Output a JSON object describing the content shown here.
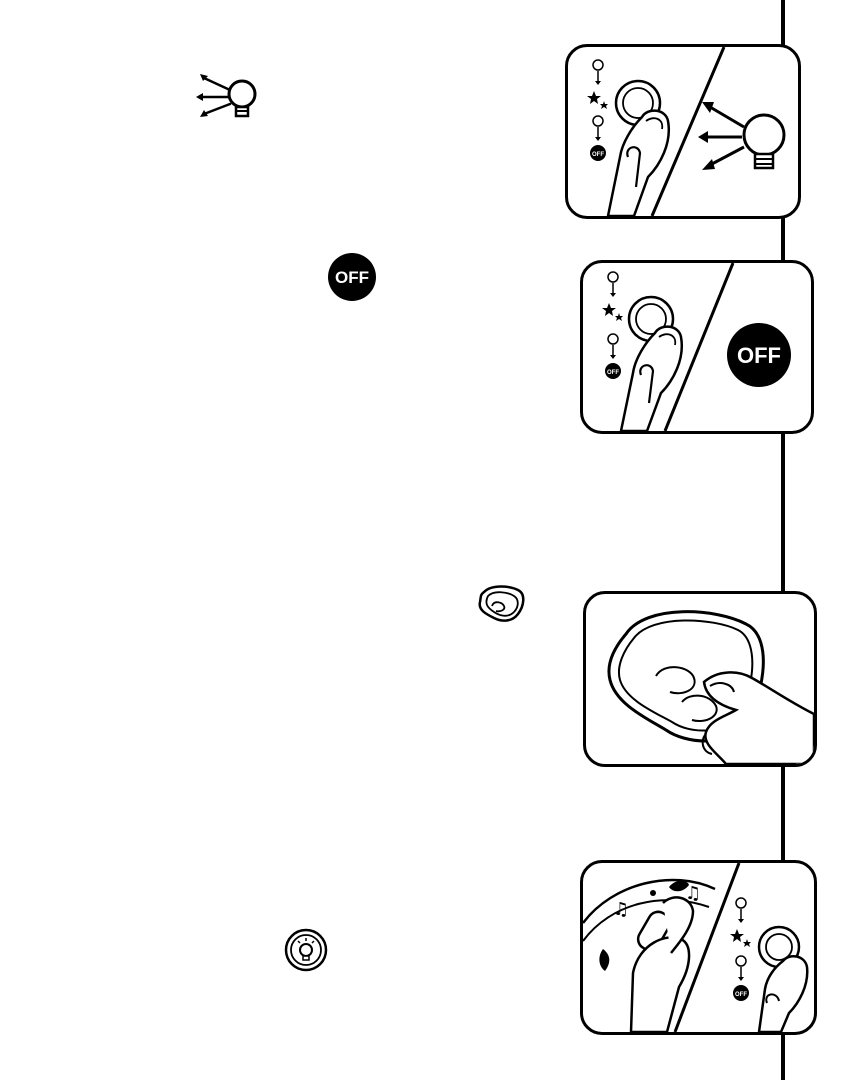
{
  "page": {
    "off_label": "OFF",
    "icons": {
      "bulb_rays": "bulb-with-rays-icon",
      "off_badge": "off-badge-icon",
      "stain_pad": "sticker-pad-icon",
      "light_button": "light-button-icon"
    },
    "colors": {
      "ink": "#000000",
      "paper": "#ffffff"
    }
  },
  "panels": [
    {
      "id": "light-on",
      "off_label": "OFF"
    },
    {
      "id": "light-off",
      "off_label": "OFF",
      "big_off_label": "OFF"
    },
    {
      "id": "pad-peel"
    },
    {
      "id": "mobile-button",
      "off_label": "OFF"
    }
  ]
}
